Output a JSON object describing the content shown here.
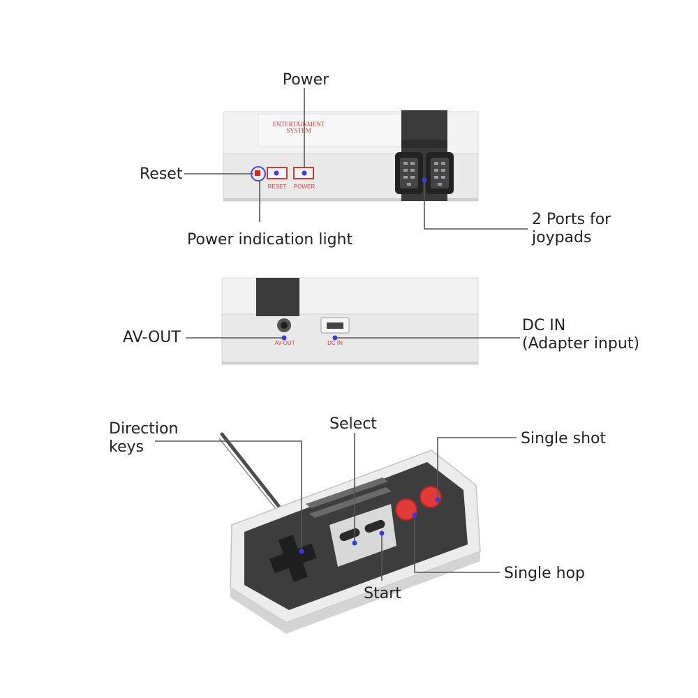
{
  "callouts": {
    "power": "Power",
    "reset": "Reset",
    "power_light": "Power indication light",
    "joypad_ports_line1": "2 Ports for",
    "joypad_ports_line2": "joypads",
    "av_out": "AV-OUT",
    "dc_in_line1": "DC IN",
    "dc_in_line2": "(Adapter input)",
    "direction_keys_line1": "Direction",
    "direction_keys_line2": "keys",
    "select": "Select",
    "start": "Start",
    "single_shot": "Single shot",
    "single_hop": "Single hop"
  },
  "console_front": {
    "label_line1": "ENTERTAINMENT",
    "label_line2": "SYSTEM",
    "reset_label": "RESET",
    "power_label": "POWER"
  },
  "console_back": {
    "av_label": "AV-OUT",
    "dc_label": "DC IN"
  },
  "colors": {
    "body_grey": "#ececec",
    "dark_grey": "#3c3c3c",
    "accent_red": "#e23a3a",
    "pointer_dot": "#3b3bd9"
  }
}
